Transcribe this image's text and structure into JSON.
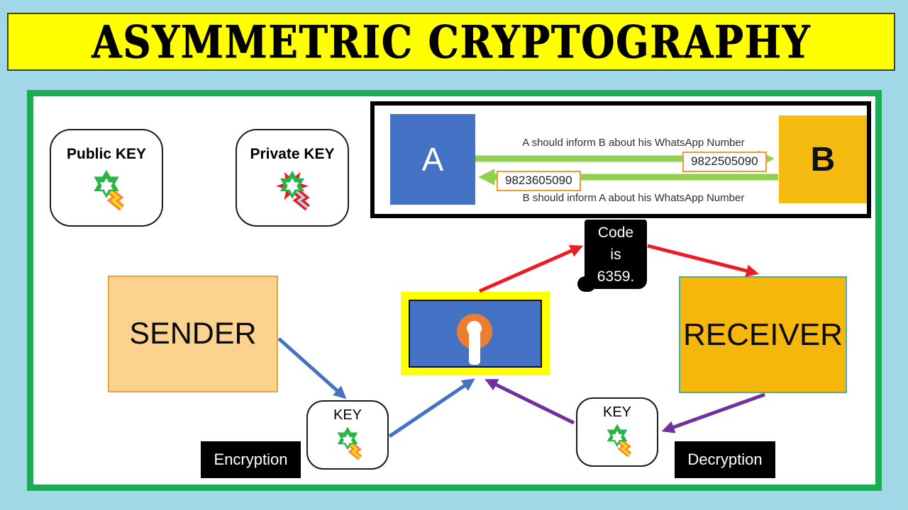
{
  "title": "ASYMMETRIC CRYPTOGRAPHY",
  "legend": {
    "public_key_label": "Public KEY",
    "private_key_label": "Private KEY"
  },
  "whatsapp_panel": {
    "node_a": "A",
    "node_b": "B",
    "caption_a_to_b": "A should inform B about his WhatsApp Number",
    "number_a_to_b": "9822505090",
    "number_b_to_a": "9823605090",
    "caption_b_to_a": "B should inform A about his WhatsApp Number"
  },
  "code_note": {
    "lines": [
      "Code",
      "is",
      "6359."
    ]
  },
  "nodes": {
    "sender": "SENDER",
    "receiver": "RECEIVER",
    "encryption_key": "KEY",
    "decryption_key": "KEY"
  },
  "process_labels": {
    "encryption": "Encryption",
    "decryption": "Decryption"
  },
  "icons": {
    "public_key": "star-key-orange-tail-icon",
    "private_key": "star-key-red-tail-icon",
    "padlock": "keyhole-icon"
  },
  "colors": {
    "page_bg": "#A0D8E8",
    "banner_bg": "#FFFF00",
    "frame_green": "#1DAB57",
    "node_blue": "#4472C4",
    "amber": "#F6BB11",
    "sender_fill": "#FBD38F",
    "green_arrow": "#92D050",
    "blue_arrow": "#4472C4",
    "purple_arrow": "#7030A0",
    "red_arrow": "#ED1C24",
    "chip_border": "#ED9B33"
  }
}
